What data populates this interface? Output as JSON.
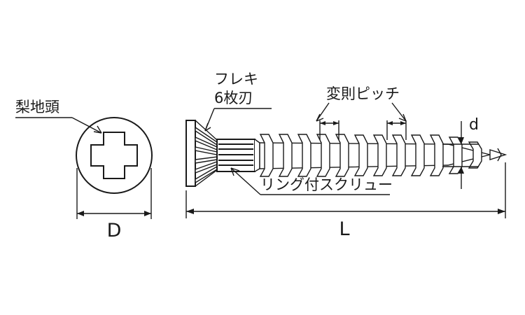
{
  "drawing": {
    "title": "screw-technical-drawing",
    "background_color": "#ffffff",
    "line_color": "#1a1a1a",
    "text_color": "#1a1a1a"
  },
  "annotations": {
    "head_finish": {
      "text": "梨地頭",
      "meaning": "satin-finish-head",
      "position": "upper-left"
    },
    "flexi_blade_line1": {
      "text": "フレキ",
      "meaning": "flexi"
    },
    "flexi_blade_line2": {
      "text": "6枚刃",
      "meaning": "six-blade"
    },
    "irregular_pitch": {
      "text": "変則ピッチ",
      "meaning": "irregular-pitch"
    },
    "ring_screw": {
      "text": "リング付スクリュー",
      "meaning": "screw-with-ring"
    }
  },
  "dimensions": {
    "head_diameter": {
      "symbol": "D",
      "meaning": "head-diameter",
      "orientation": "horizontal"
    },
    "overall_length": {
      "symbol": "L",
      "meaning": "overall-length",
      "orientation": "horizontal"
    },
    "shank_diameter": {
      "symbol": "d",
      "meaning": "shank-core-diameter",
      "orientation": "vertical"
    }
  },
  "views": {
    "head_view": {
      "name": "head-top-view",
      "recess_type": "phillips-cross",
      "shape": "circle"
    },
    "side_view": {
      "name": "screw-side-view",
      "head_type": "flat-countersunk-ribbed",
      "thread_count": 12,
      "ring_groove_count": 5,
      "tip": "sharp-point"
    }
  }
}
